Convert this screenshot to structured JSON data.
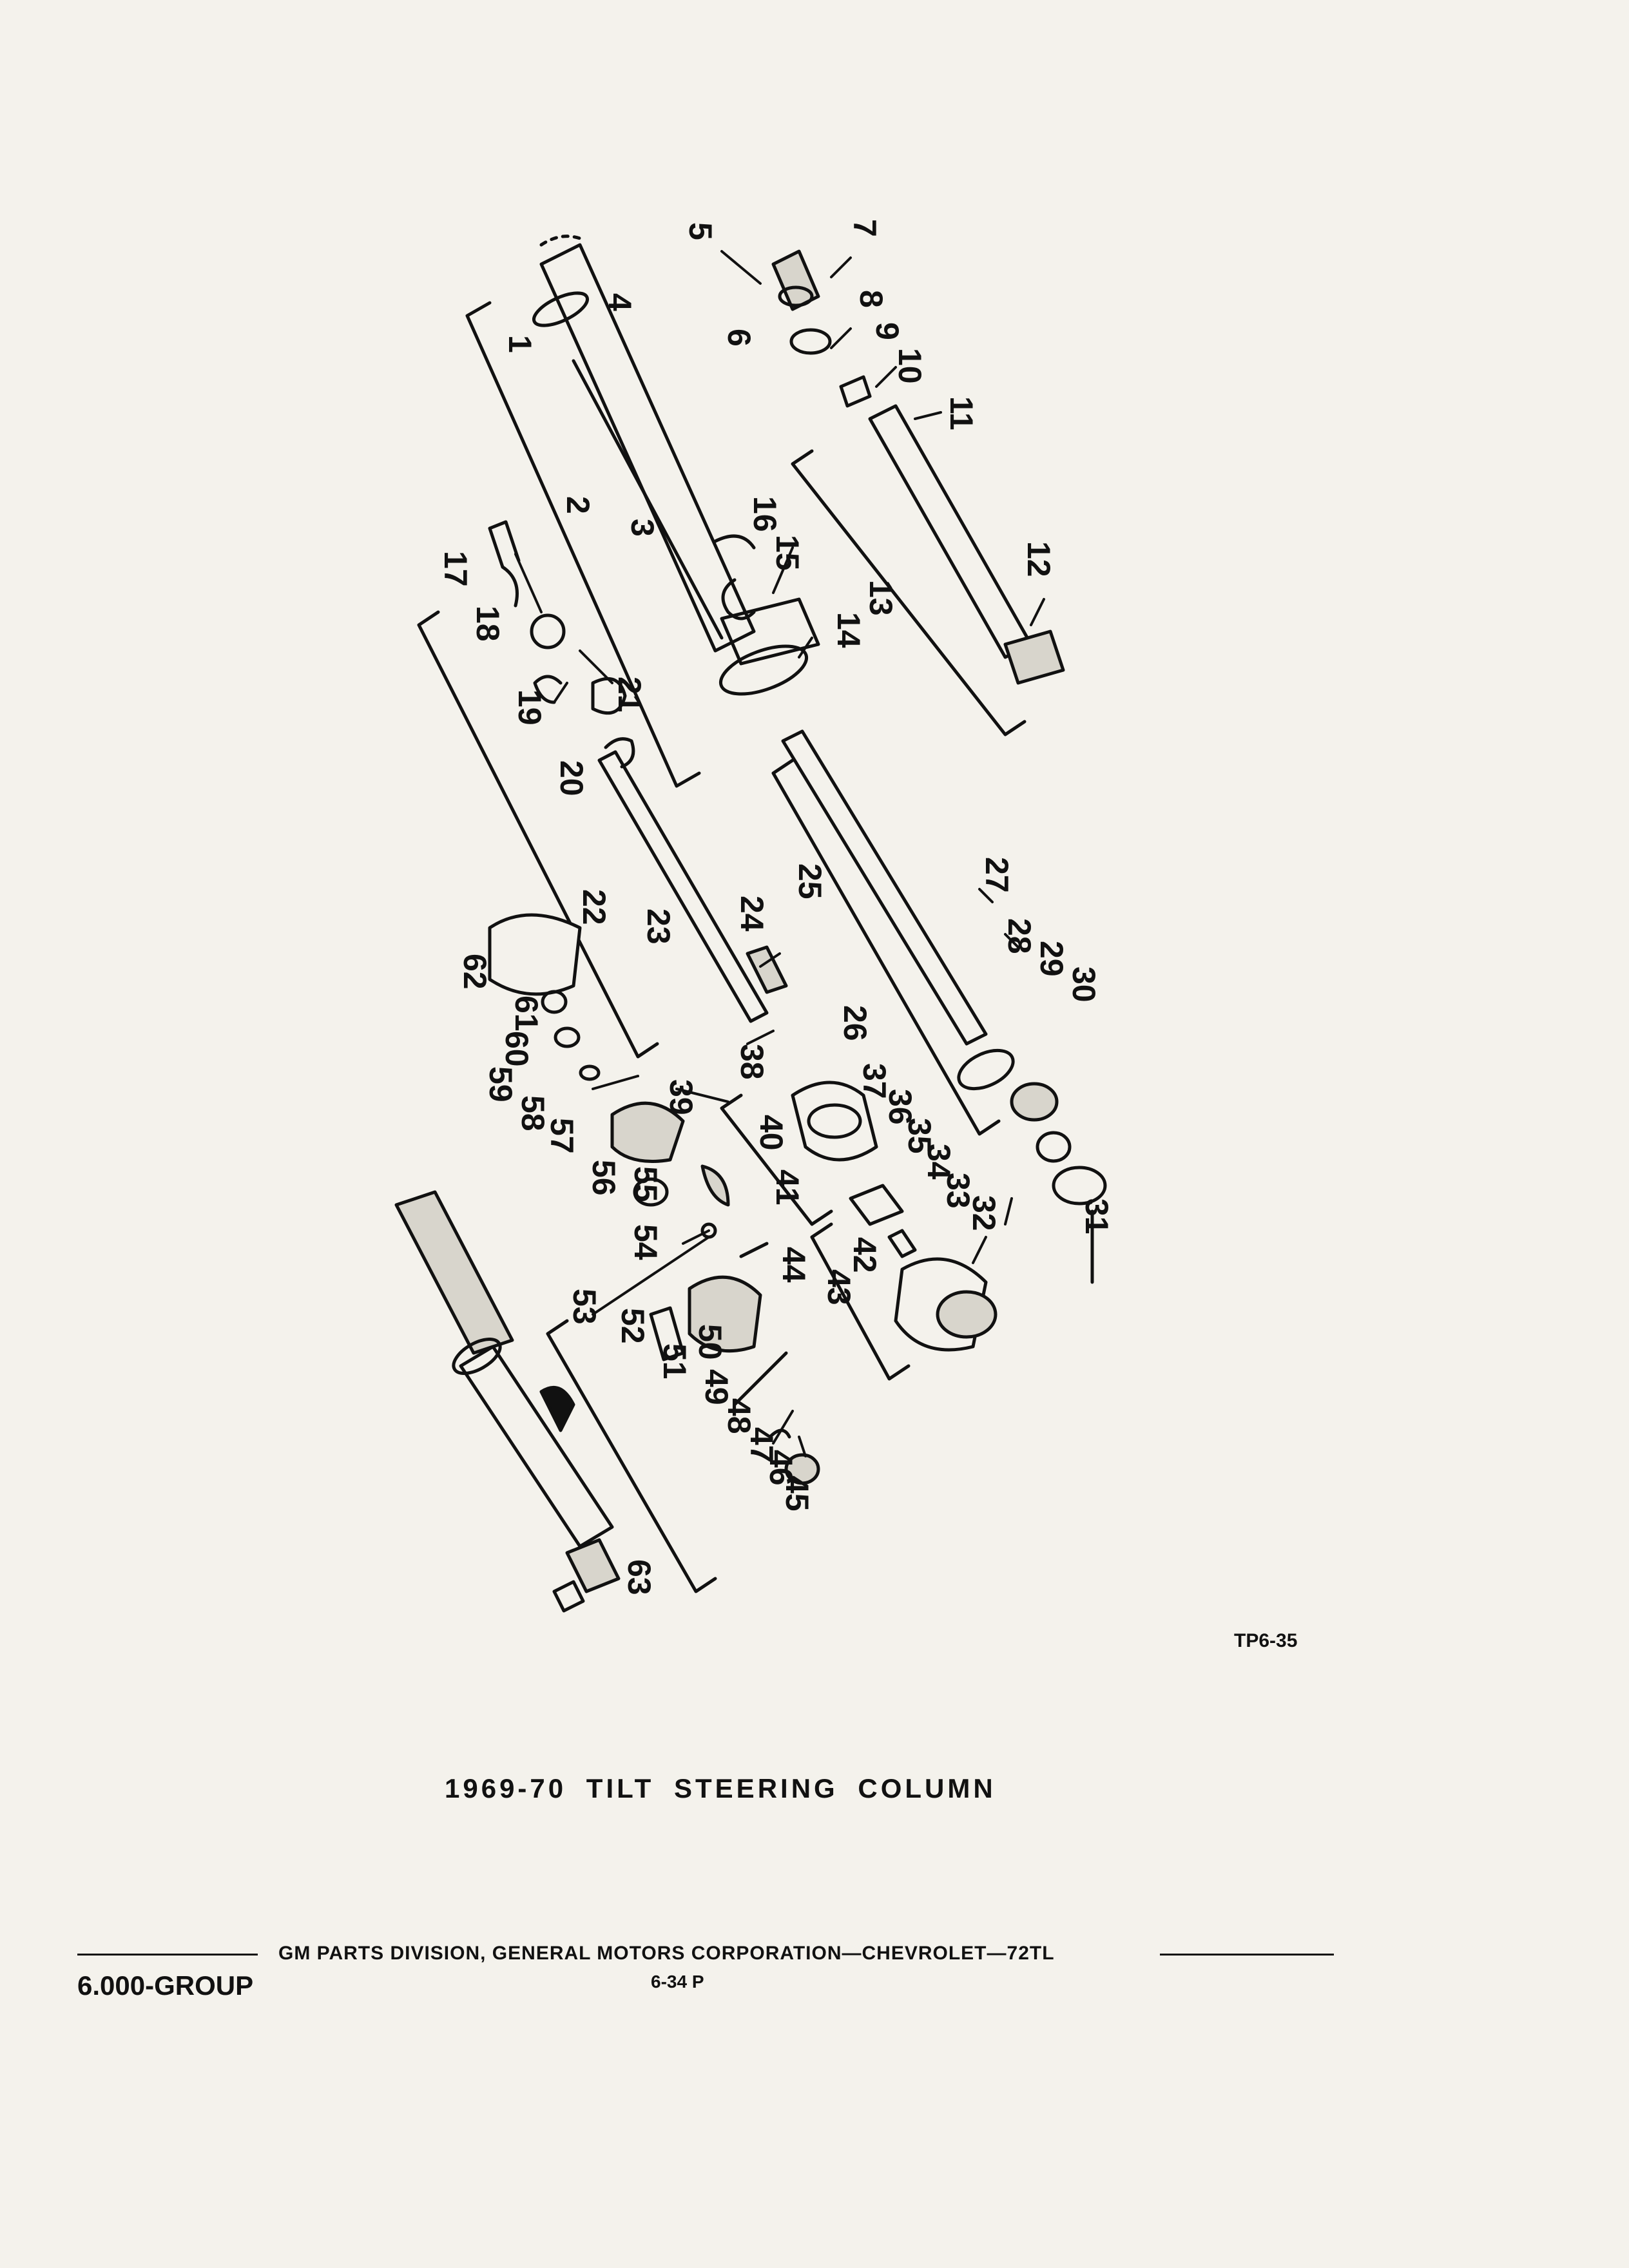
{
  "figure": {
    "code": "TP6-35",
    "caption": "1969-70  TILT  STEERING  COLUMN"
  },
  "callouts": [
    "1",
    "2",
    "3",
    "4",
    "5",
    "6",
    "7",
    "8",
    "9",
    "10",
    "11",
    "12",
    "13",
    "14",
    "15",
    "16",
    "17",
    "18",
    "19",
    "20",
    "21",
    "22",
    "23",
    "24",
    "25",
    "26",
    "27",
    "28",
    "29",
    "30",
    "31",
    "32",
    "33",
    "34",
    "35",
    "36",
    "37",
    "38",
    "39",
    "40",
    "41",
    "42",
    "43",
    "44",
    "45",
    "46",
    "47",
    "48",
    "49",
    "50",
    "51",
    "52",
    "53",
    "54",
    "55",
    "56",
    "57",
    "58",
    "59",
    "60",
    "61",
    "62",
    "63"
  ],
  "footer": {
    "publisher": "GM PARTS DIVISION, GENERAL MOTORS CORPORATION—CHEVROLET—72TL",
    "group": "6.000-GROUP",
    "page": "6-34  P"
  }
}
